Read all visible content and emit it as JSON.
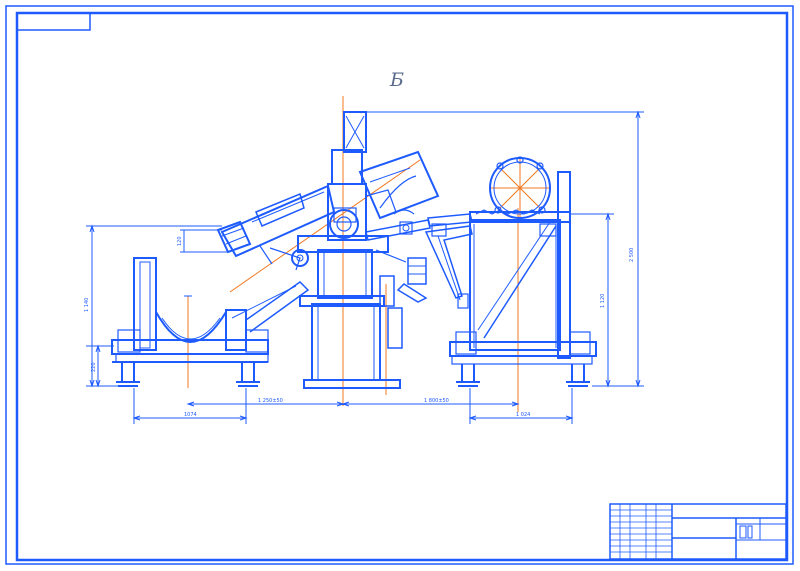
{
  "view_label": "Б",
  "dimensions": {
    "overall_height": "2 500",
    "left_height": "1 140",
    "left_base_height": "220",
    "top_small": "120",
    "right_height": "1 120",
    "left_width": "1074",
    "left_offset": "1 250±50",
    "right_offset": "1 800±50",
    "right_width": "1 024"
  },
  "colors": {
    "line": "#1e5bff",
    "centerline": "#f07820",
    "background": "#ffffff"
  }
}
